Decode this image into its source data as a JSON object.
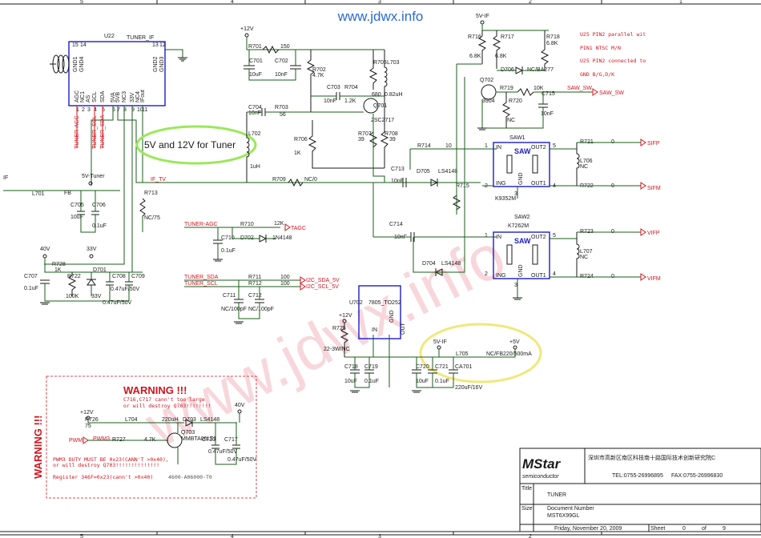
{
  "colors": {
    "wire": "#1a5c1a",
    "net_label": "#d2141e",
    "ic_box": "#1c1cc8",
    "note_text": "#d2141e",
    "annotation_green": "#9be85a",
    "annotation_yellow": "#f0e87a",
    "url_text": "#2a6ad8",
    "watermark": "#f2b8c0"
  },
  "border": {
    "columns": [
      "5",
      "4",
      "3",
      "2",
      "1"
    ]
  },
  "watermark": {
    "top_url": "www.jdwx.info",
    "diagonal": "www.jdwx.info"
  },
  "note": {
    "lines": [
      "U25 PIN2 parallel wit",
      " PIN1 NTSC M/N",
      "U25 PIN2 connected to",
      " GND B/G,D/K"
    ]
  },
  "annotations": {
    "tuner_power": "5V and 12V for Tuner"
  },
  "power": {
    "p12v_top": "+12V",
    "p5v_if": "5V-IF",
    "p5v_tuner": "5V-Tuner",
    "p40v": "40V",
    "p33v": "33V",
    "p12v_reg": "+12V",
    "p5v_if2": "5V-IF",
    "p5v": "+5V",
    "p12v_pwm": "+12V",
    "p40v_pwm": "40V"
  },
  "tuner": {
    "ref": "U22",
    "name": "TUNER_IF",
    "pins_top": [
      "15",
      "14"
    ],
    "pins_top_right": [
      "13",
      "12"
    ],
    "top_labels": [
      "GND1",
      "GND4",
      "GND2",
      "GND3"
    ],
    "pin_labels": [
      "AGC",
      "NC1",
      "AS",
      "SCL",
      "SDA",
      "5VA",
      "5VB",
      "NC3",
      "33V",
      "NC4",
      "IFout"
    ],
    "pin_numbers": [
      "1",
      "2",
      "3",
      "4",
      "5",
      "6",
      "7",
      "8",
      "9",
      "10",
      "11"
    ]
  },
  "nets": {
    "tuner_agc": "TUNER-AGC",
    "tuner_scl": "TUNER_SCL",
    "tuner_sda": "TUNER_SDA",
    "if_left": "IF",
    "if_tv": "IF_TV",
    "tuner_agc2": "TUNER-AGC",
    "tagc": "TAGC",
    "tuner_sda2": "TUNER_SDA",
    "tuner_scl2": "TUNER_SCL",
    "i2c_sda": "I2C_SDA_5V",
    "i2c_scl": "I2C_SCL_5V",
    "saw_sw": "SAW_SW",
    "saw_sw2": "SAW_SW",
    "sifp": "SIFP",
    "sifm": "SIFM",
    "vifp": "VIFP",
    "vifm": "VIFM",
    "pwm": "PWM",
    "pwm3": "PWM3"
  },
  "parts": {
    "r701": "R701",
    "r701v": "150",
    "c701": "C701",
    "c701v": "10uF",
    "c702": "C702",
    "c702v": "10nF",
    "r702": "R702",
    "r702v": "4.7K",
    "c703": "C703",
    "c703v": "10nF",
    "r704": "R704",
    "r704v": "1.2K",
    "r705": "R705",
    "r705v": "680",
    "l703": "L703",
    "l703v": "0.82uH",
    "q701": "Q701",
    "q701v": "2SC2717",
    "c704": "C704",
    "c704v": "10nF",
    "r703": "R703",
    "r703v": "56",
    "r706": "R706",
    "r706v": "1K",
    "r707": "R707",
    "r707v": "39",
    "r708": "R708",
    "r708v": "39",
    "l702": "L702",
    "l702v": "1uH",
    "r709": "R709",
    "r709v": "NC/0",
    "c713": "C713",
    "c713v": "10nF",
    "d705": "D705",
    "d705v": "LS4148",
    "r714": "R714",
    "r714v": "10",
    "r715": "R715",
    "c714": "C714",
    "c714v": "10nF",
    "d704": "D704",
    "d704v": "LS4148",
    "r716": "R716",
    "r716v": "6.8K",
    "r717": "R717",
    "r717v": "6.8K",
    "r718": "R718",
    "r718v": "6.8K",
    "d706": "D706",
    "d706v": "NC/BA277",
    "q702": "Q702",
    "q702v": "3904",
    "r719": "R719",
    "r719v": "10K",
    "r720": "R720",
    "r720v": "NC",
    "c715": "C715",
    "c715v": "10nF",
    "saw1": "SAW1",
    "saw1v": "K9352M",
    "saw2": "SAW2",
    "saw2v": "K7262M",
    "saw_in": "IN",
    "saw_ing": "ING",
    "saw_gnd": "GND",
    "saw_out1": "OUT1",
    "saw_out2": "OUT2",
    "saw_logo": "SAW",
    "r721": "R721",
    "r721v": "0",
    "r722": "R722",
    "r722v": "0",
    "l706": "L706",
    "l706v": "NC",
    "r723": "R723",
    "r723v": "0",
    "r724": "R724",
    "r724v": "0",
    "l707": "L707",
    "l707v": "NC",
    "l701": "L701",
    "l701v": "FB",
    "c705": "C705",
    "c705v": "10uF",
    "c706": "C706",
    "c706v": "0.1uF",
    "r713": "R713",
    "r713v": "NC/75",
    "r728": "R728",
    "r728v": "1K",
    "r722b": "R722",
    "r722bv": "100K",
    "c707": "C707",
    "c707v": "0.1uF",
    "d701": "D701",
    "d701v": "33V",
    "c708": "C708",
    "c708v": "0.47uF/50V",
    "c709": "C709",
    "c709v": "0.47uF/50V",
    "r710": "R710",
    "r710v": "12K",
    "c710": "C710",
    "c710v": "0.1uF",
    "d702": "D702",
    "d702v": "1N4148",
    "r711": "R711",
    "r711v": "100",
    "r712": "R712",
    "r712v": "100",
    "c711": "C711",
    "c711v": "NC/100pF",
    "c712": "C712",
    "c712v": "NC/100pF",
    "u702": "U702",
    "u702v": "7805_TO252",
    "u702_in": "IN",
    "u702_gnd": "GND",
    "u702_out": "OUT",
    "r725": "R725",
    "r725v": "22-3W/NC",
    "c718": "C718",
    "c718v": "10uF",
    "c719": "C719",
    "c719v": "0.1uF",
    "c720": "C720",
    "c720v": "10uF",
    "c721": "C721",
    "c721v": "0.1uF",
    "l705": "L705",
    "l705v": "NC/FB220/500mA",
    "ca701": "CA701",
    "ca701v": "220uF/16V",
    "r726": "R726",
    "r726v": "75",
    "l704": "L704",
    "l704v": "220uH",
    "d703": "D703",
    "d703v": "LS4148",
    "q703": "Q703",
    "q703v": "MMBTA06LT1",
    "r727": "R727",
    "r727v": "4.7K",
    "c716": "C716",
    "c716v": "0.47uF/50V",
    "c717": "C717",
    "c717v": "0.47uF/50V",
    "pin_1": "1",
    "pin_2": "2",
    "pin_3": "3",
    "pin_4": "4",
    "pin_5": "5"
  },
  "warning": {
    "title": "WARNING !!!",
    "side": "WARNING !!!",
    "line1": "C716,C717 cann't too large",
    "line2": "or will destroy Q703!!!!!!!!",
    "note1": "PWM3 DUTY MUST BE 0x23(CANN'T >0x40),",
    "note2": "or will destroy Q703!!!!!!!!!!!!!!",
    "note3": "Register 346F=0x23(cann't >0x40)",
    "code": "4600-A06000-T0"
  },
  "title_block": {
    "company": "深圳市高新区南区科技南十路国际技术创新研究院C",
    "tel": "TEL:0755-26996895",
    "fax": "FAX:0755-26996830",
    "logo_main": "MStar",
    "logo_sub": "semiconductor",
    "title_label": "Title",
    "title_value": "TUNER",
    "size_label": "Size",
    "docnum_label": "Document Number",
    "docnum_value": "MST6X99GL",
    "date": "Friday, November 20, 2009",
    "sheet_label": "Sheet",
    "sheet_num": "0",
    "of_label": "of",
    "sheet_total": "9"
  }
}
